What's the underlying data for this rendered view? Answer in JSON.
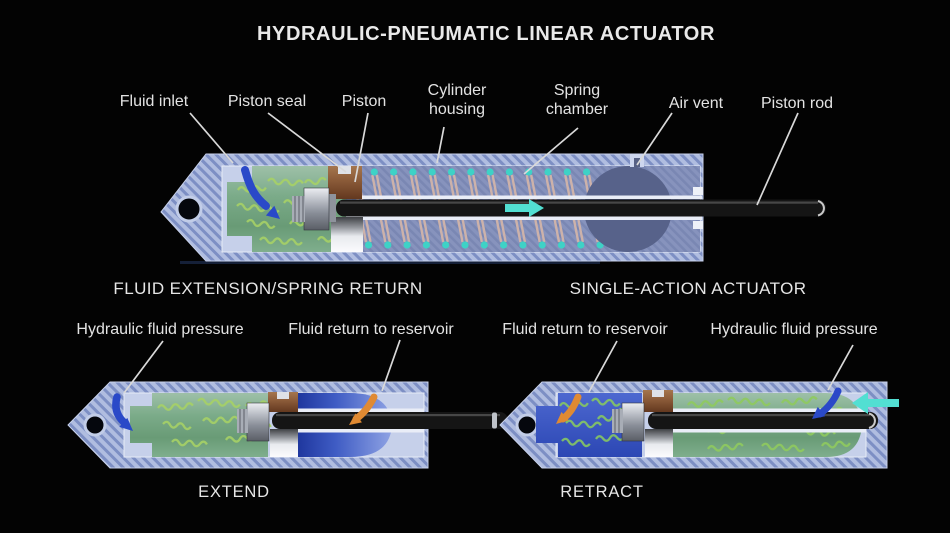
{
  "title": "HYDRAULIC-PNEUMATIC LINEAR ACTUATOR",
  "main_diagram": {
    "labels": {
      "fluid_inlet": "Fluid inlet",
      "piston_seal": "Piston seal",
      "piston": "Piston",
      "cylinder_housing": "Cylinder housing",
      "spring_chamber": "Spring chamber",
      "air_vent": "Air vent",
      "piston_rod": "Piston rod"
    },
    "caption_left": "FLUID EXTENSION/SPRING RETURN",
    "caption_right": "SINGLE-ACTION ACTUATOR"
  },
  "extend_diagram": {
    "label_left": "Hydraulic fluid pressure",
    "label_right": "Fluid return to reservoir",
    "caption": "EXTEND"
  },
  "retract_diagram": {
    "label_left": "Fluid return to reservoir",
    "label_right": "Hydraulic fluid pressure",
    "caption": "RETRACT"
  },
  "colors": {
    "background": "#000000",
    "label_text": "#e3e3e3",
    "housing_blue": "#b0bde0",
    "housing_hatch_stripe": "#7d8fc4",
    "hydraulic_fluid_green": "#74a883",
    "return_fluid_blue": "#3a57c4",
    "inlet_arrow_blue": "#2a49c8",
    "return_arrow_orange": "#e08a33",
    "pneumatic_teal": "#52dfd2",
    "piston_brown": "#8a5a38",
    "spring_coil_pink": "#cdb2aa",
    "spring_dot_teal": "#3ed2c6",
    "rod_black": "#151515"
  }
}
